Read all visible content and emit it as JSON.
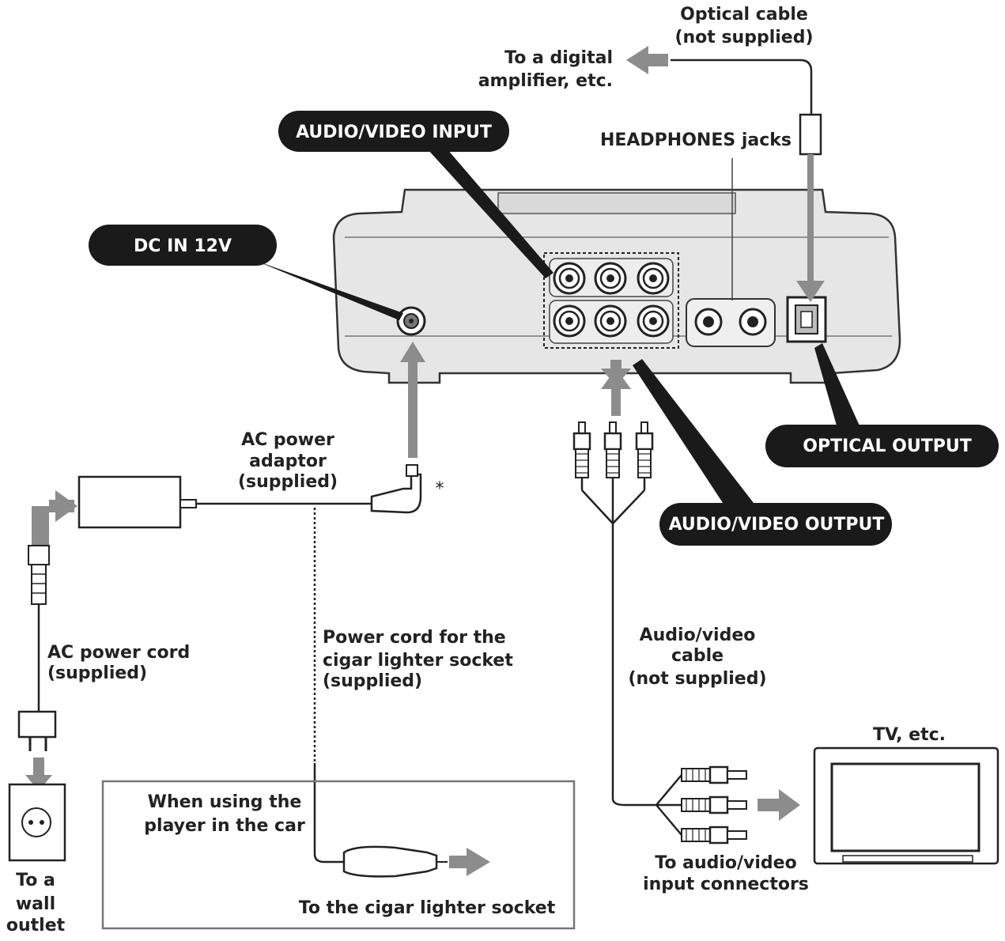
{
  "labels": {
    "optical_cable_1": "Optical cable",
    "optical_cable_2": "(not supplied)",
    "digital_amp_1": "To a digital",
    "digital_amp_2": "amplifier, etc.",
    "av_input": "AUDIO/VIDEO INPUT",
    "headphones": "HEADPHONES jacks",
    "dc_in": "DC IN 12V",
    "optical_output": "OPTICAL OUTPUT",
    "ac_adaptor_1": "AC power",
    "ac_adaptor_2": "adaptor",
    "ac_adaptor_3": "(supplied)",
    "asterisk": "*",
    "av_output": "AUDIO/VIDEO OUTPUT",
    "ac_cord_1": "AC power cord",
    "ac_cord_2": "(supplied)",
    "cigar_cord_1": "Power cord for the",
    "cigar_cord_2": "cigar lighter socket",
    "cigar_cord_3": "(supplied)",
    "av_cable_1": "Audio/video",
    "av_cable_2": "cable",
    "av_cable_3": "(not supplied)",
    "tv": "TV, etc.",
    "car_1": "When using the",
    "car_2": "player in the car",
    "cigar_socket": "To the cigar lighter socket",
    "av_input_conn_1": "To audio/video",
    "av_input_conn_2": "input connectors",
    "wall_1": "To a",
    "wall_2": "wall",
    "wall_3": "outlet"
  }
}
